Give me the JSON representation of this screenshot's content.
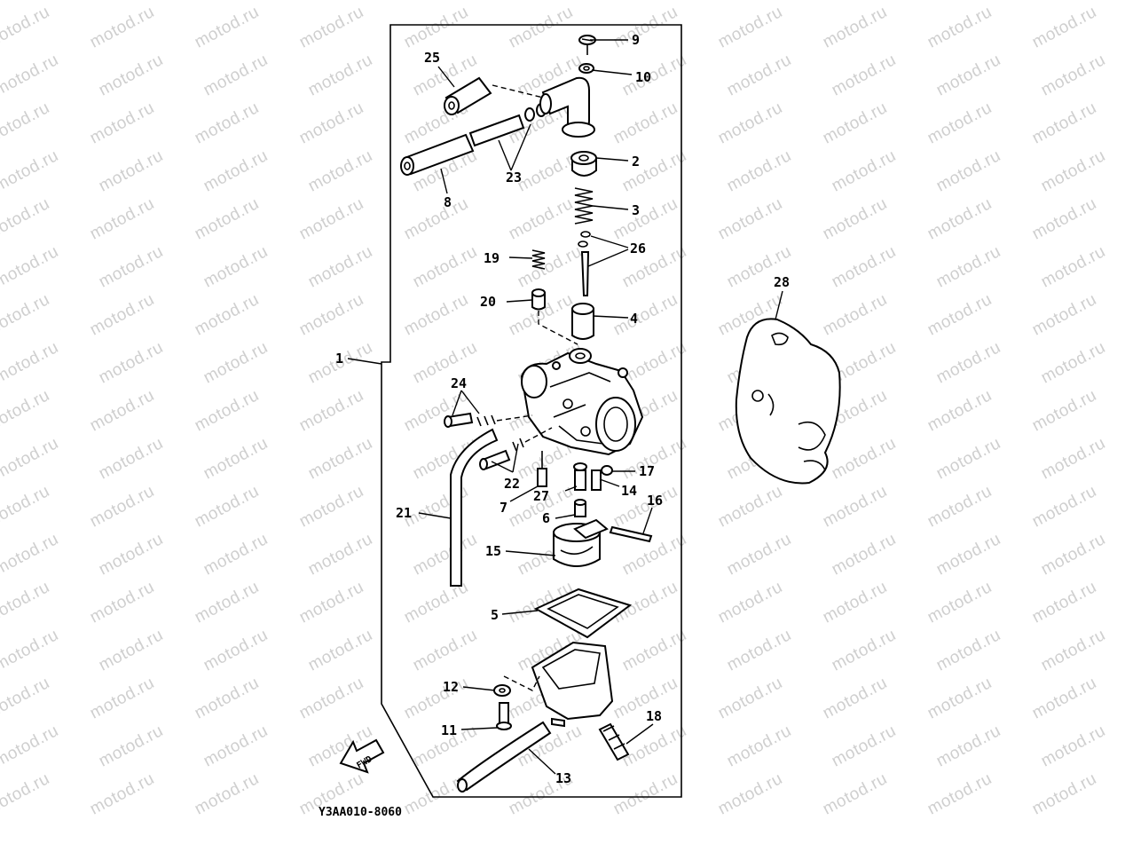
{
  "watermark": {
    "text": "motod.ru",
    "color": "#cfcfcf"
  },
  "diagram": {
    "figure_code": "Y3AA010-8060",
    "direction_badge": "FWD",
    "callouts": [
      {
        "id": "c1",
        "label": "1"
      },
      {
        "id": "c2",
        "label": "2"
      },
      {
        "id": "c3",
        "label": "3"
      },
      {
        "id": "c4",
        "label": "4"
      },
      {
        "id": "c5",
        "label": "5"
      },
      {
        "id": "c6",
        "label": "6"
      },
      {
        "id": "c7",
        "label": "7"
      },
      {
        "id": "c8",
        "label": "8"
      },
      {
        "id": "c9",
        "label": "9"
      },
      {
        "id": "c10",
        "label": "10"
      },
      {
        "id": "c11",
        "label": "11"
      },
      {
        "id": "c12",
        "label": "12"
      },
      {
        "id": "c13",
        "label": "13"
      },
      {
        "id": "c14",
        "label": "14"
      },
      {
        "id": "c15",
        "label": "15"
      },
      {
        "id": "c16",
        "label": "16"
      },
      {
        "id": "c17",
        "label": "17"
      },
      {
        "id": "c18",
        "label": "18"
      },
      {
        "id": "c19",
        "label": "19"
      },
      {
        "id": "c20",
        "label": "20"
      },
      {
        "id": "c21",
        "label": "21"
      },
      {
        "id": "c22",
        "label": "22"
      },
      {
        "id": "c23",
        "label": "23"
      },
      {
        "id": "c24",
        "label": "24"
      },
      {
        "id": "c25",
        "label": "25"
      },
      {
        "id": "c26",
        "label": "26"
      },
      {
        "id": "c27",
        "label": "27"
      },
      {
        "id": "c28",
        "label": "28"
      }
    ]
  }
}
